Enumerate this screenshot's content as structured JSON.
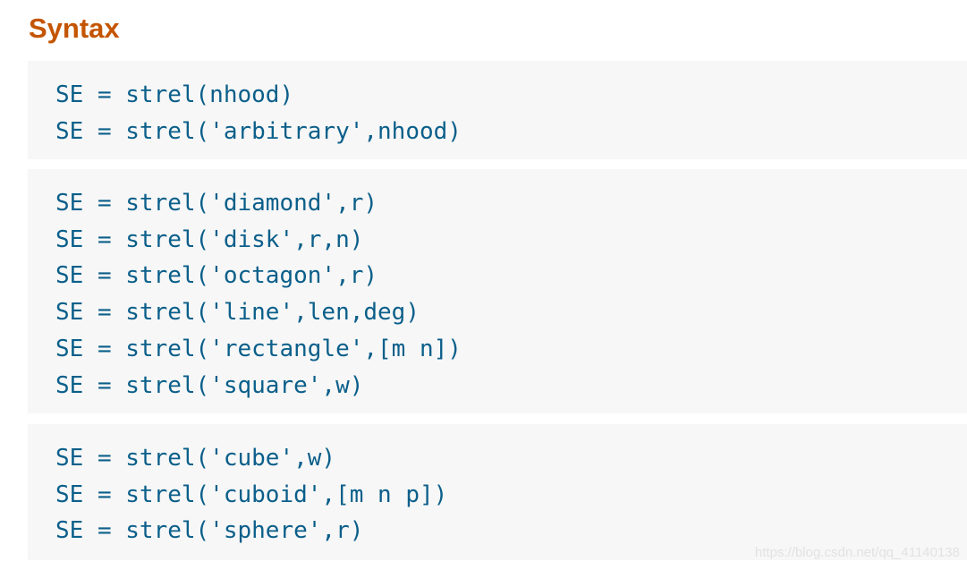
{
  "heading": "Syntax",
  "code_blocks": [
    {
      "lines": [
        "SE = strel(nhood)",
        "SE = strel('arbitrary',nhood)"
      ]
    },
    {
      "lines": [
        "SE = strel('diamond',r)",
        "SE = strel('disk',r,n)",
        "SE = strel('octagon',r)",
        "SE = strel('line',len,deg)",
        "SE = strel('rectangle',[m n])",
        "SE = strel('square',w)"
      ]
    },
    {
      "lines": [
        "SE = strel('cube',w)",
        "SE = strel('cuboid',[m n p])",
        "SE = strel('sphere',r)"
      ]
    }
  ],
  "watermark": "https://blog.csdn.net/qq_41140138",
  "colors": {
    "heading": "#c45500",
    "code_text": "#0b5f8a",
    "code_background": "#f7f7f7"
  }
}
